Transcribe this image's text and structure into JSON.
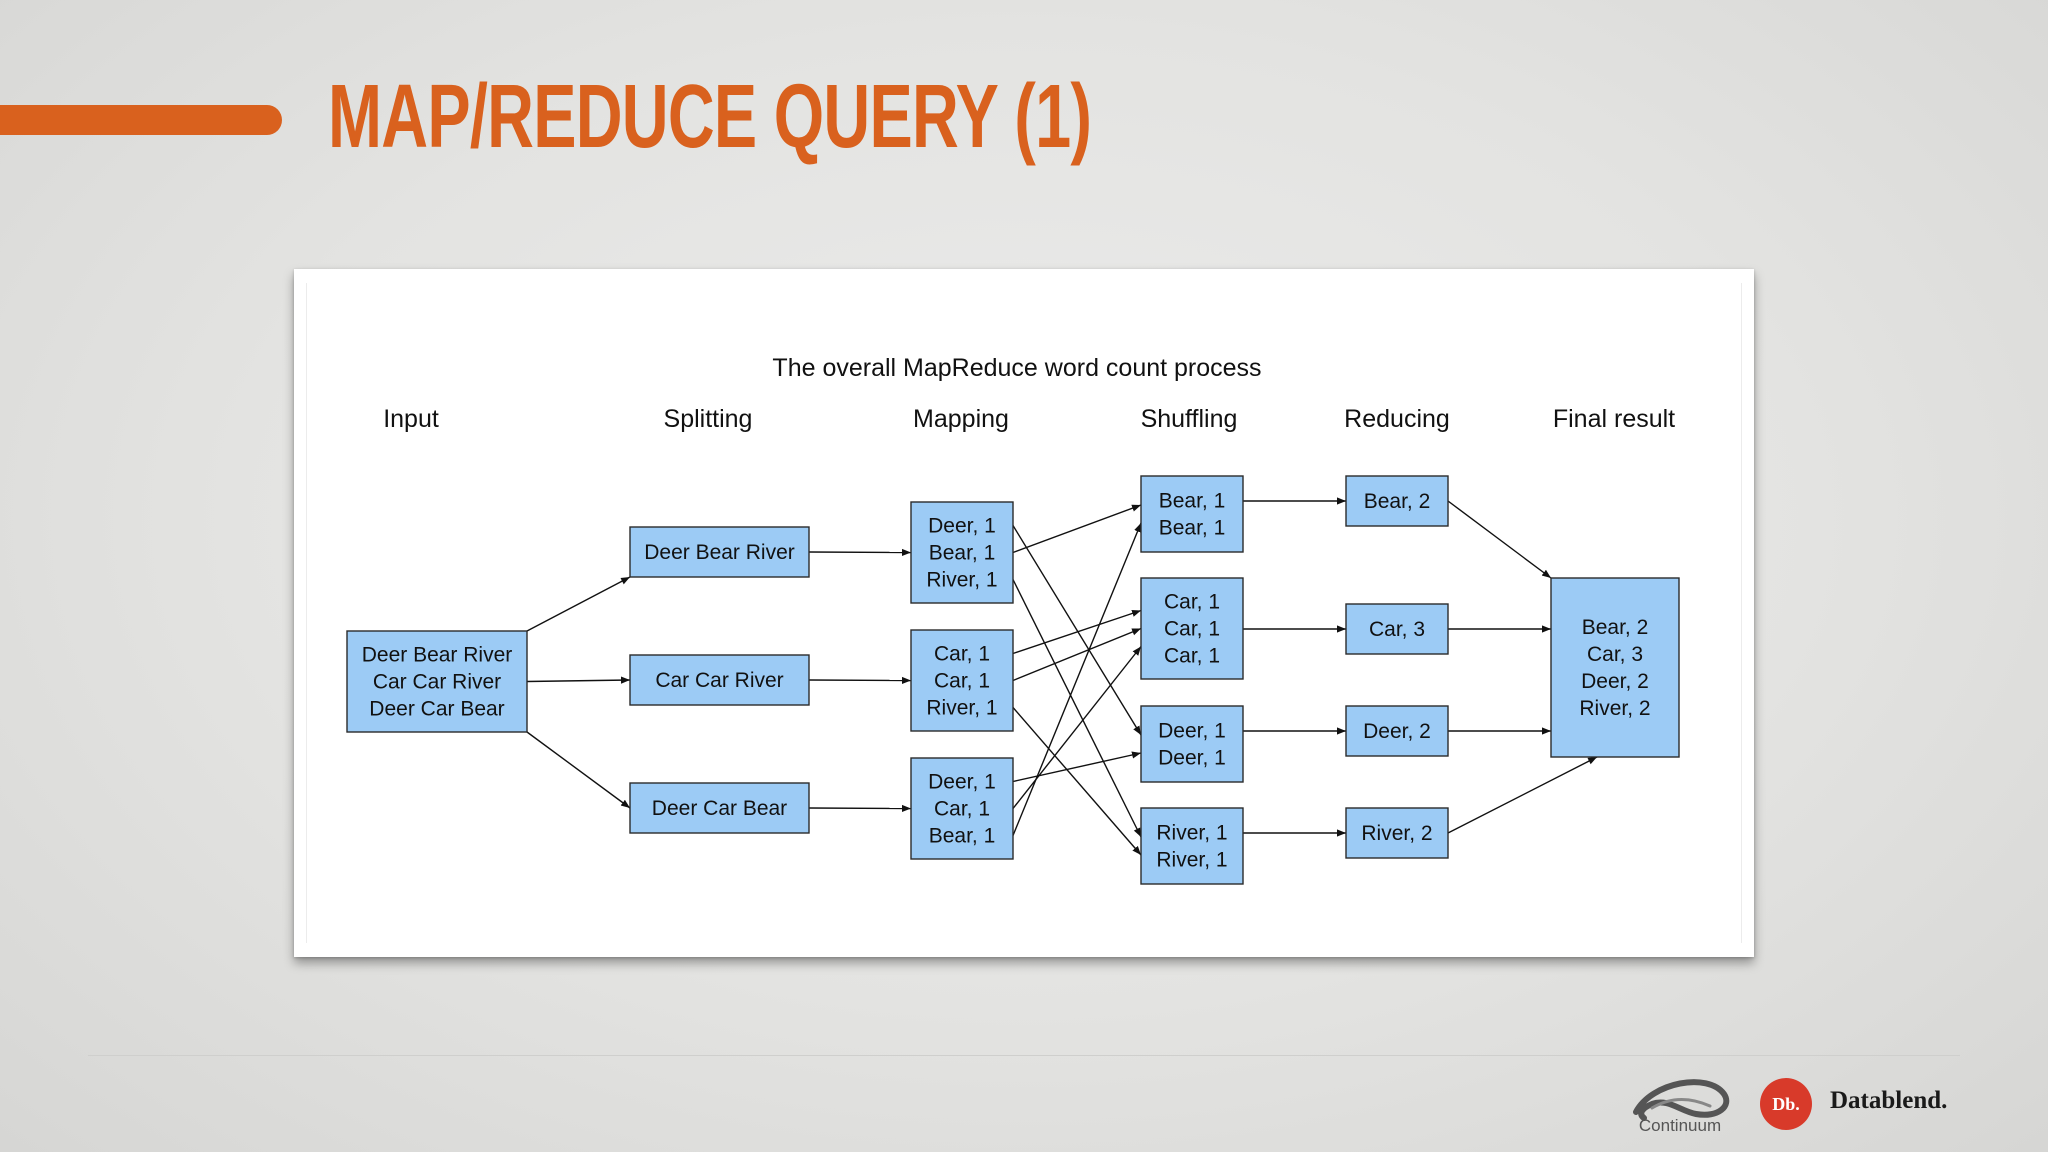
{
  "slide": {
    "title": "MAP/REDUCE QUERY (1)",
    "accent_color": "#d9611e"
  },
  "diagram": {
    "title": "The overall MapReduce word count process",
    "box_color": "#9ccbf5",
    "columns": [
      "Input",
      "Splitting",
      "Mapping",
      "Shuffling",
      "Reducing",
      "Final result"
    ],
    "input": [
      "Deer Bear River",
      "Car Car River",
      "Deer Car Bear"
    ],
    "splits": [
      [
        "Deer Bear River"
      ],
      [
        "Car Car River"
      ],
      [
        "Deer Car Bear"
      ]
    ],
    "maps": [
      [
        "Deer, 1",
        "Bear, 1",
        "River, 1"
      ],
      [
        "Car, 1",
        "Car, 1",
        "River, 1"
      ],
      [
        "Deer, 1",
        "Car, 1",
        "Bear, 1"
      ]
    ],
    "shuffles": [
      [
        "Bear, 1",
        "Bear, 1"
      ],
      [
        "Car, 1",
        "Car, 1",
        "Car, 1"
      ],
      [
        "Deer, 1",
        "Deer, 1"
      ],
      [
        "River, 1",
        "River, 1"
      ]
    ],
    "reduces": [
      [
        "Bear, 2"
      ],
      [
        "Car, 3"
      ],
      [
        "Deer, 2"
      ],
      [
        "River, 2"
      ]
    ],
    "final": [
      "Bear, 2",
      "Car, 3",
      "Deer, 2",
      "River, 2"
    ],
    "shuffle_routes": [
      {
        "from_map": 0,
        "line": 0,
        "to_shuffle": 2
      },
      {
        "from_map": 0,
        "line": 1,
        "to_shuffle": 0
      },
      {
        "from_map": 0,
        "line": 2,
        "to_shuffle": 3
      },
      {
        "from_map": 1,
        "line": 0,
        "to_shuffle": 1
      },
      {
        "from_map": 1,
        "line": 1,
        "to_shuffle": 1
      },
      {
        "from_map": 1,
        "line": 2,
        "to_shuffle": 3
      },
      {
        "from_map": 2,
        "line": 0,
        "to_shuffle": 2
      },
      {
        "from_map": 2,
        "line": 1,
        "to_shuffle": 1
      },
      {
        "from_map": 2,
        "line": 2,
        "to_shuffle": 0
      }
    ]
  },
  "footer": {
    "logo_left_text": "Continuum",
    "logo_right_badge": "Db.",
    "logo_right_text": "Datablend."
  }
}
